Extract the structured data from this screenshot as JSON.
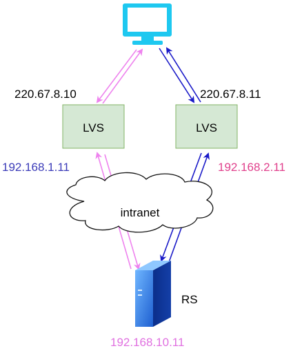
{
  "nodes": {
    "lvs_left": {
      "label": "LVS",
      "public_ip": "220.67.8.10",
      "private_ip": "192.168.1.11"
    },
    "lvs_right": {
      "label": "LVS",
      "public_ip": "220.67.8.11",
      "private_ip": "192.168.2.11"
    },
    "cloud": {
      "label": "intranet"
    },
    "rs": {
      "label": "RS",
      "ip": "192.168.10.11"
    }
  },
  "icons": {
    "client": "monitor-icon",
    "server": "server-icon"
  },
  "colors": {
    "lvs_fill": "#d5e8d4",
    "lvs_stroke": "#82b366",
    "pink": "#ee82ee",
    "blue": "#1a1ac8",
    "left_ip_color": "#3a3ab8",
    "right_ip_color": "#e0408c",
    "rs_ip_color": "#e070e0",
    "monitor": "#1ec8f0"
  }
}
